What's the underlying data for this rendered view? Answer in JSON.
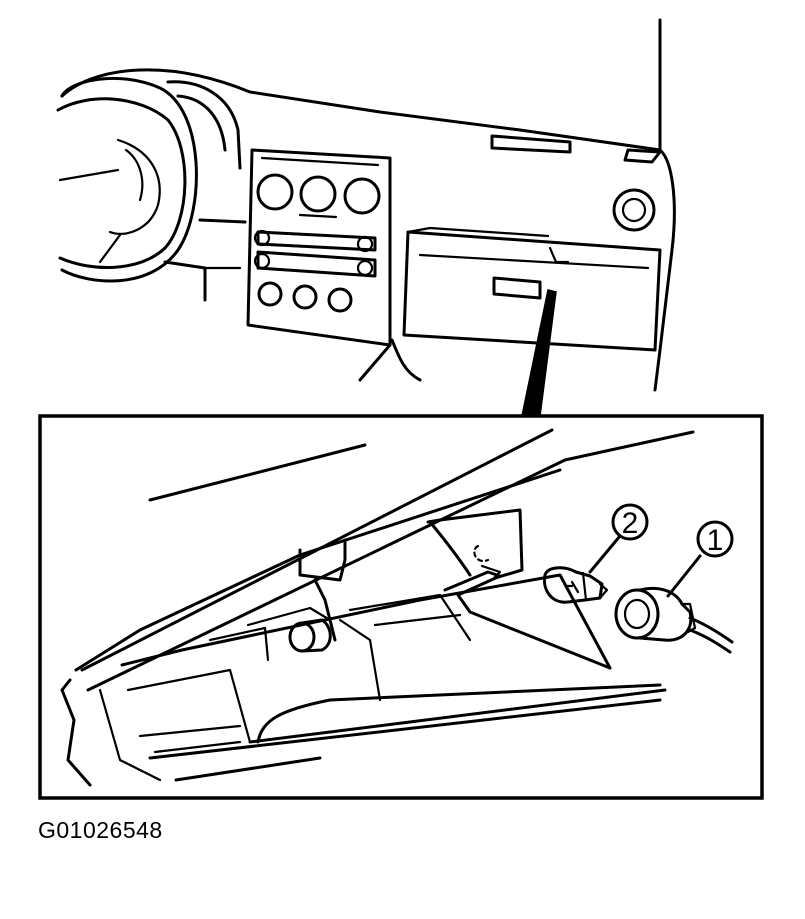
{
  "callouts": [
    {
      "number": "1",
      "part": "socket"
    },
    {
      "number": "2",
      "part": "bulb"
    }
  ],
  "figure_code": "G01026548"
}
